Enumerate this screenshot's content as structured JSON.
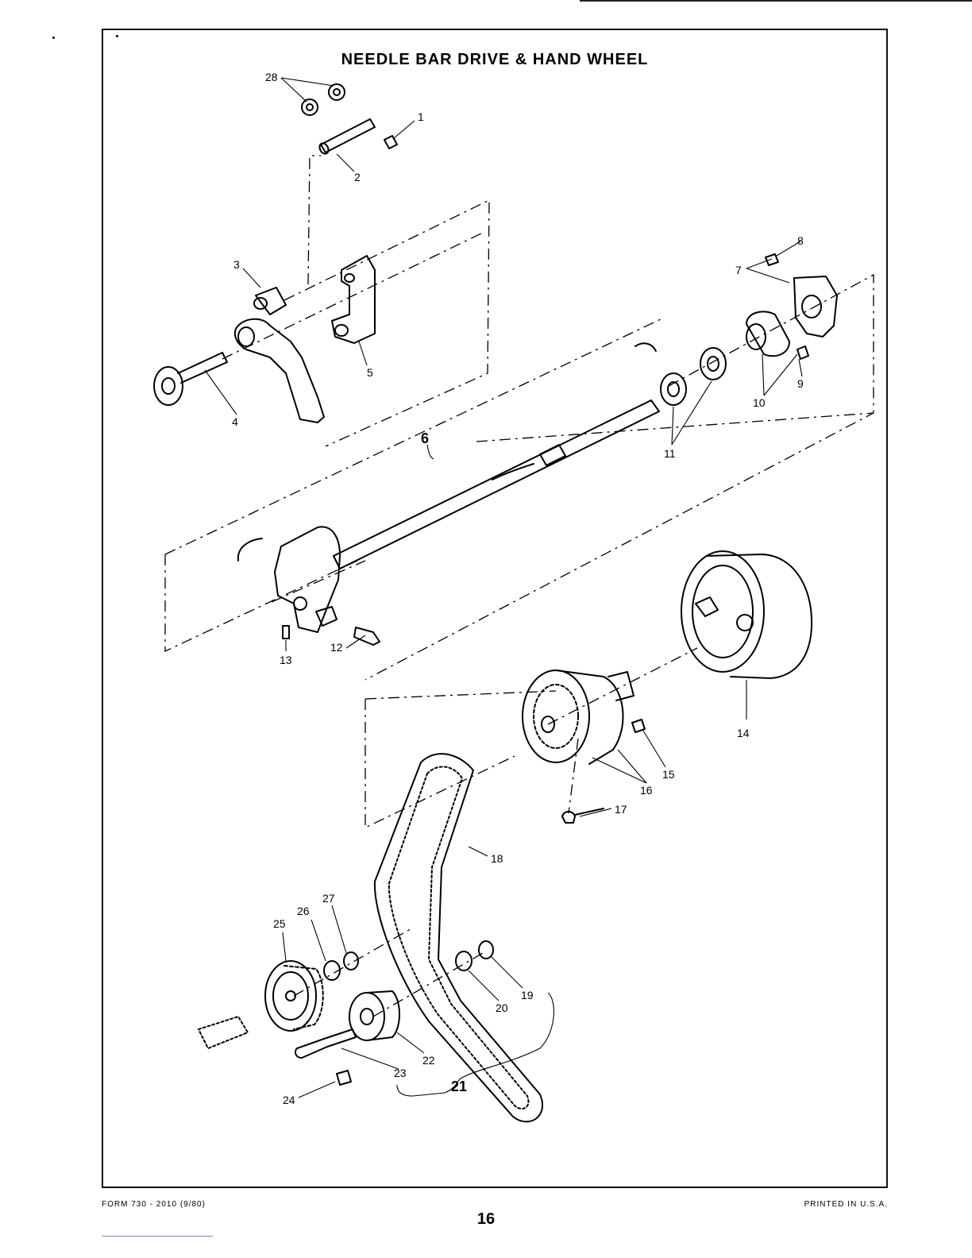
{
  "title": "NEEDLE BAR DRIVE & HAND WHEEL",
  "callouts": [
    "1",
    "2",
    "3",
    "4",
    "5",
    "6",
    "7",
    "8",
    "9",
    "10",
    "11",
    "12",
    "13",
    "14",
    "15",
    "16",
    "17",
    "18",
    "19",
    "20",
    "21",
    "22",
    "23",
    "24",
    "25",
    "26",
    "27",
    "28"
  ],
  "footer": {
    "form": "FORM 730 - 2010 (9/80)",
    "printed": "PRINTED IN U.S.A.",
    "page": "16"
  }
}
